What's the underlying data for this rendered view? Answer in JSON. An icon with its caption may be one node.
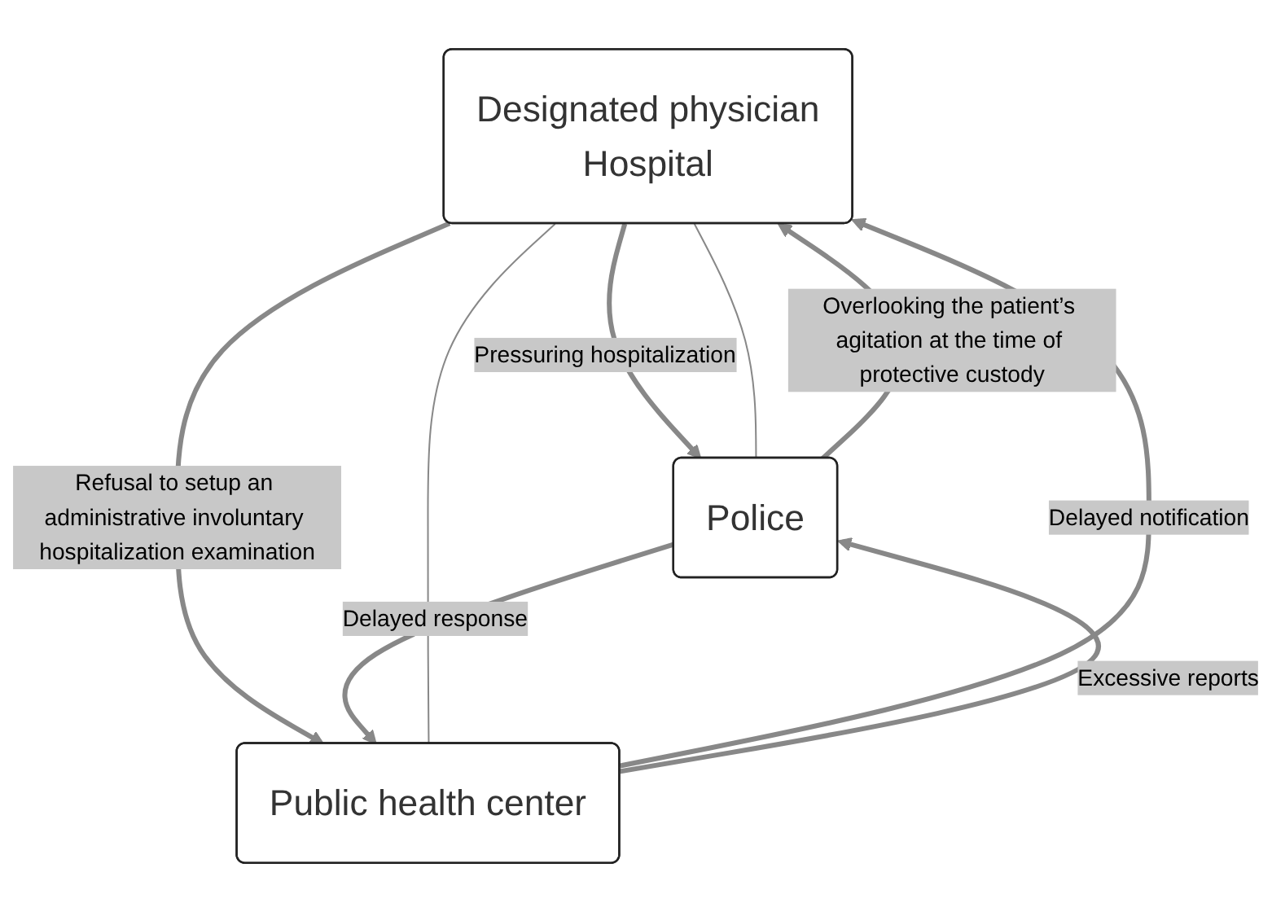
{
  "diagram": {
    "nodes": [
      {
        "text": [
          "Designated physician",
          "Hospital"
        ]
      },
      {
        "text": [
          "Police"
        ]
      },
      {
        "text": [
          "Public health center"
        ]
      }
    ],
    "edges": [
      {
        "from": 1,
        "to": 0,
        "arrow": "to",
        "label": "Overlooking the patient’s agitation at the time of protective custody"
      },
      {
        "from": 2,
        "to": 0,
        "arrow": "to",
        "label": "Delayed notification"
      },
      {
        "from": 0,
        "to": 1,
        "arrow": "to",
        "label": "Pressuring hospitalization"
      },
      {
        "from": 0,
        "to": 2,
        "arrow": "to",
        "label": "Refusal to setup an administrative involuntary hospitalization examination"
      },
      {
        "from": 2,
        "to": 1,
        "arrow": "to",
        "label": "Excessive reports"
      },
      {
        "from": 1,
        "to": 2,
        "arrow": "to",
        "label": "Delayed response"
      },
      {
        "from": 0,
        "to": 1,
        "arrow": "none"
      },
      {
        "from": 0,
        "to": 2,
        "arrow": "none"
      }
    ]
  }
}
